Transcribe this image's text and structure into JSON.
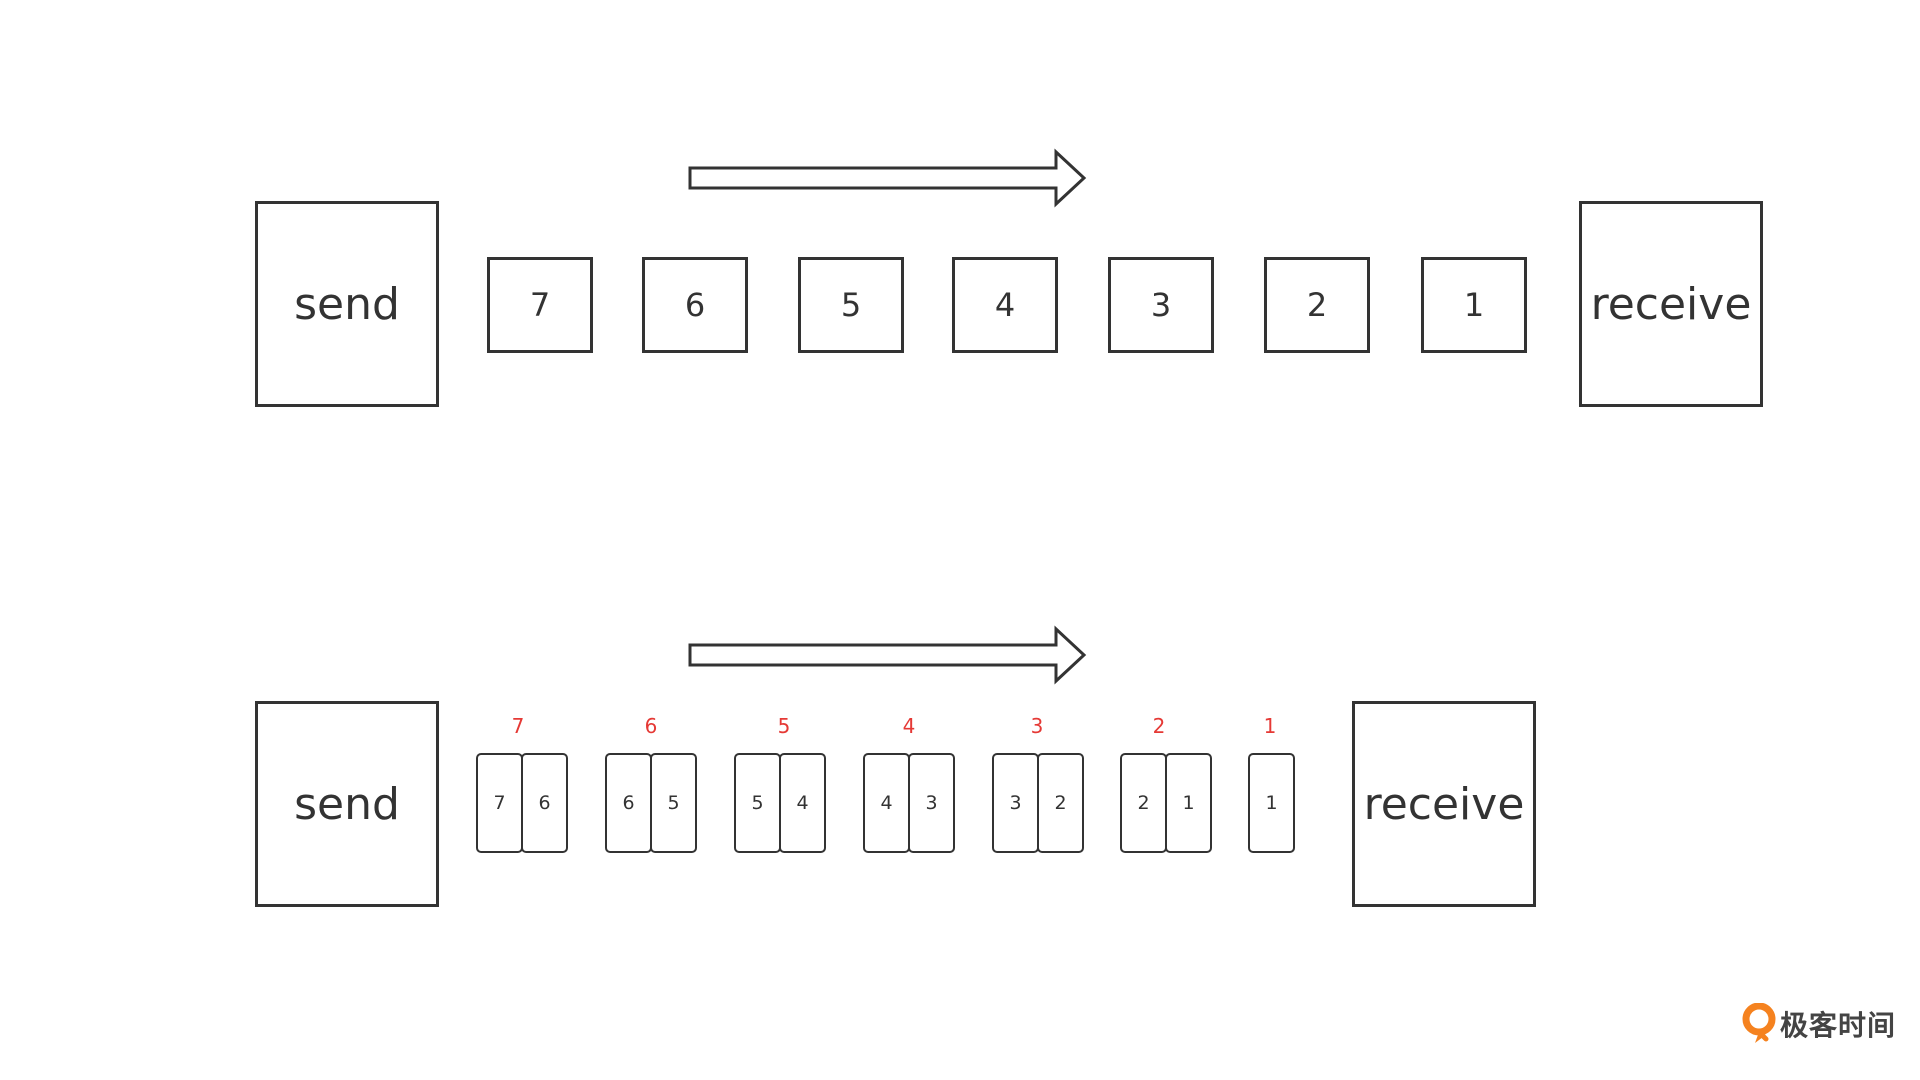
{
  "colors": {
    "stroke": "#333333",
    "sequence_label": "#e53935",
    "logo_orange": "#f5821f"
  },
  "top_diagram": {
    "sender_label": "send",
    "receiver_label": "receive",
    "packets": [
      "7",
      "6",
      "5",
      "4",
      "3",
      "2",
      "1"
    ]
  },
  "bottom_diagram": {
    "sender_label": "send",
    "receiver_label": "receive",
    "groups": [
      {
        "seq": "7",
        "cells": [
          "7",
          "6"
        ]
      },
      {
        "seq": "6",
        "cells": [
          "6",
          "5"
        ]
      },
      {
        "seq": "5",
        "cells": [
          "5",
          "4"
        ]
      },
      {
        "seq": "4",
        "cells": [
          "4",
          "3"
        ]
      },
      {
        "seq": "3",
        "cells": [
          "3",
          "2"
        ]
      },
      {
        "seq": "2",
        "cells": [
          "2",
          "1"
        ]
      },
      {
        "seq": "1",
        "cells": [
          "1"
        ]
      }
    ]
  },
  "watermark": {
    "text": "极客时间",
    "icon": "geektime-logo-icon"
  }
}
